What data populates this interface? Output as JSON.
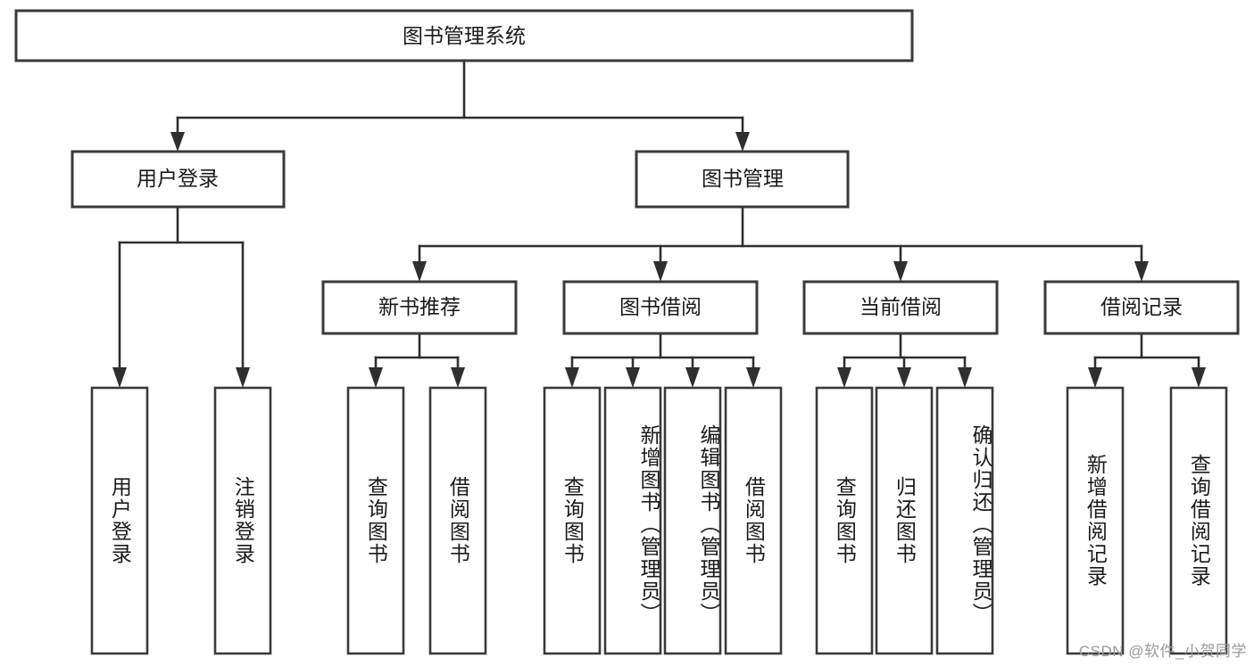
{
  "diagram": {
    "type": "tree-hierarchy",
    "title": "图书管理系统",
    "orientation": "top-down",
    "colors": {
      "box_stroke": "#3a3a3a",
      "connector": "#2f2f2f",
      "box_fill": "#ffffff",
      "text": "#1a1a1a",
      "watermark": "#9a9a9a",
      "background": "#ffffff"
    },
    "root": {
      "label": "图书管理系统"
    },
    "level2": [
      {
        "id": "user-login",
        "label": "用户登录"
      },
      {
        "id": "book-management",
        "label": "图书管理"
      }
    ],
    "level3": [
      {
        "id": "new-book-recommend",
        "label": "新书推荐",
        "parent": "book-management"
      },
      {
        "id": "book-borrow",
        "label": "图书借阅",
        "parent": "book-management"
      },
      {
        "id": "current-borrow",
        "label": "当前借阅",
        "parent": "book-management"
      },
      {
        "id": "borrow-record",
        "label": "借阅记录",
        "parent": "book-management"
      }
    ],
    "leaves": [
      {
        "id": "leaf-user-login",
        "label": "用户登录",
        "parent": "user-login"
      },
      {
        "id": "leaf-logout",
        "label": "注销登录",
        "parent": "user-login"
      },
      {
        "id": "leaf-query-book-1",
        "label": "查询图书",
        "parent": "new-book-recommend"
      },
      {
        "id": "leaf-borrow-book-1",
        "label": "借阅图书",
        "parent": "new-book-recommend"
      },
      {
        "id": "leaf-query-book-2",
        "label": "查询图书",
        "parent": "book-borrow"
      },
      {
        "id": "leaf-add-book",
        "label": "新增图书（管理员）",
        "parent": "book-borrow"
      },
      {
        "id": "leaf-edit-book",
        "label": "编辑图书（管理员）",
        "parent": "book-borrow"
      },
      {
        "id": "leaf-borrow-book-2",
        "label": "借阅图书",
        "parent": "book-borrow"
      },
      {
        "id": "leaf-query-book-3",
        "label": "查询图书",
        "parent": "current-borrow"
      },
      {
        "id": "leaf-return-book",
        "label": "归还图书",
        "parent": "current-borrow"
      },
      {
        "id": "leaf-confirm-return",
        "label": "确认归还（管理员）",
        "parent": "current-borrow"
      },
      {
        "id": "leaf-add-record",
        "label": "新增借阅记录",
        "parent": "borrow-record"
      },
      {
        "id": "leaf-query-record",
        "label": "查询借阅记录",
        "parent": "borrow-record"
      }
    ]
  },
  "watermark": {
    "text": "CSDN @软件_小贺同学"
  }
}
